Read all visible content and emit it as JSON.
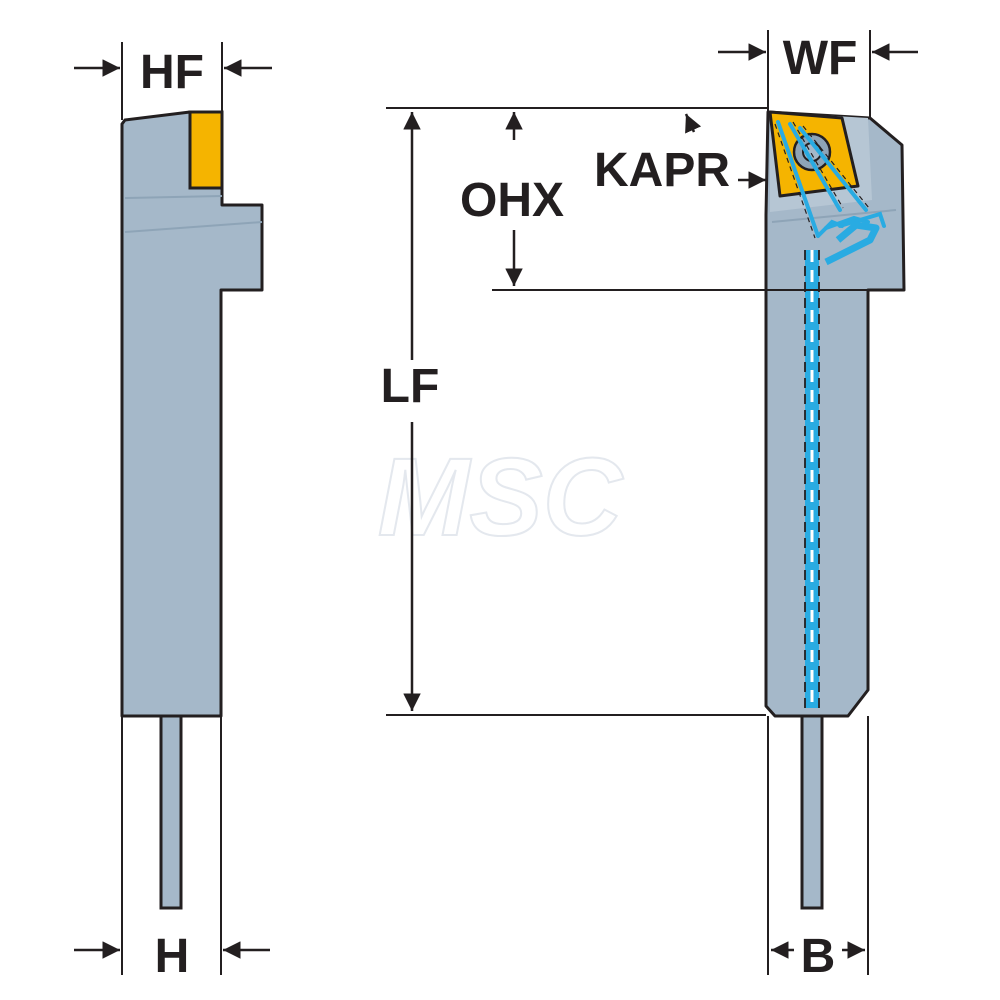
{
  "labels": {
    "hf": "HF",
    "wf": "WF",
    "ohx": "OHX",
    "kapr": "KAPR",
    "lf": "LF",
    "h": "H",
    "b": "B"
  },
  "watermark": "MSC",
  "colors": {
    "body": "#a5b8c9",
    "body_dark": "#8ea4b7",
    "outline": "#231f20",
    "insert": "#f5b400",
    "coolant": "#29abe2",
    "background": "#ffffff"
  }
}
